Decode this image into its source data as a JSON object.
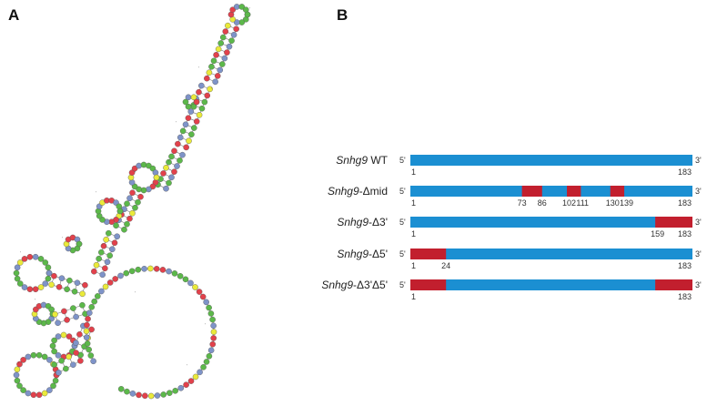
{
  "panels": {
    "a": "A",
    "b": "B"
  },
  "colors": {
    "wt": "#1b8fd2",
    "deleted": "#c21f2e",
    "nt_red": "#e2414b",
    "nt_green": "#5cb84a",
    "nt_blue": "#7e93c8",
    "nt_yellow": "#eaea3a"
  },
  "constructs": [
    {
      "name": "Snhg9",
      "suffix": " WT",
      "ends": {
        "five": "5'",
        "three": "3'"
      },
      "deletions": [],
      "labels": [
        "1",
        "183"
      ]
    },
    {
      "name": "Snhg9",
      "suffix": "-Δmid",
      "ends": {
        "five": "5'",
        "three": "3'"
      },
      "deletions": [
        [
          73,
          86
        ],
        [
          102,
          111
        ],
        [
          130,
          139
        ]
      ],
      "labels": [
        "1",
        "73",
        "86",
        "102",
        "111",
        "130",
        "139",
        "183"
      ]
    },
    {
      "name": "Snhg9",
      "suffix": "-Δ3'",
      "ends": {
        "five": "5'",
        "three": "3'"
      },
      "deletions": [
        [
          159,
          183
        ]
      ],
      "labels": [
        "1",
        "159",
        "183"
      ]
    },
    {
      "name": "Snhg9",
      "suffix": "-Δ5'",
      "ends": {
        "five": "5'",
        "three": "3'"
      },
      "deletions": [
        [
          1,
          24
        ]
      ],
      "labels": [
        "1",
        "24",
        "183"
      ]
    },
    {
      "name": "Snhg9",
      "suffix": "-Δ3'Δ5'",
      "ends": {
        "five": "5'",
        "three": "3'"
      },
      "deletions": [
        [
          1,
          24
        ],
        [
          159,
          183
        ]
      ],
      "labels": [
        "1",
        "183"
      ]
    }
  ],
  "sequence_length": 183
}
